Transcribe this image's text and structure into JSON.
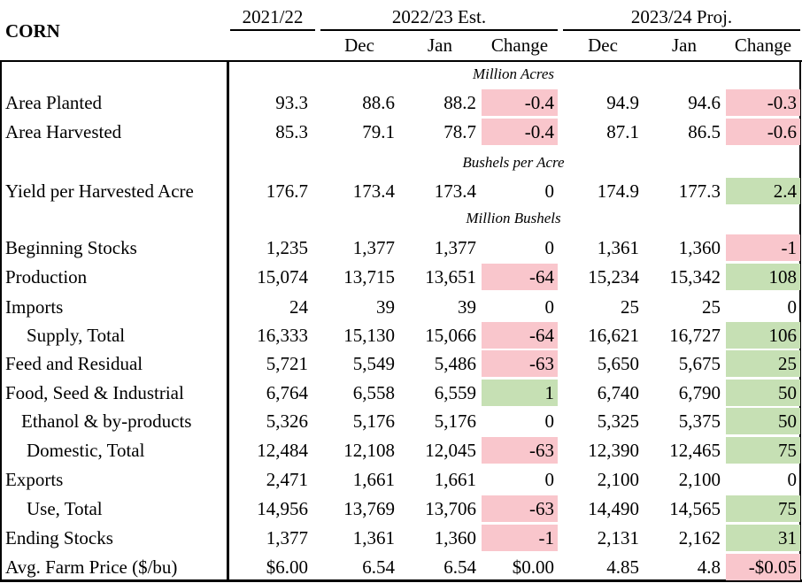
{
  "table": {
    "commodity": "CORN",
    "col_year_1": "2021/22",
    "col_year_2": "2022/23 Est.",
    "col_year_3": "2023/24 Proj.",
    "sub_headers": [
      "Dec",
      "Jan",
      "Change",
      "Dec",
      "Jan",
      "Change"
    ],
    "unit_labels": [
      "Million Acres",
      "Bushels per Acre",
      "Million Bushels"
    ],
    "highlight_colors": {
      "decrease": "#f9c6cc",
      "increase": "#c6e0b4"
    },
    "rows": [
      {
        "label": "Area Planted",
        "indent": 0,
        "values": [
          "93.3",
          "88.6",
          "88.2",
          "-0.4",
          "94.9",
          "94.6",
          "-0.3"
        ],
        "chg1": "neg",
        "chg2": "neg"
      },
      {
        "label": "Area Harvested",
        "indent": 0,
        "values": [
          "85.3",
          "79.1",
          "78.7",
          "-0.4",
          "87.1",
          "86.5",
          "-0.6"
        ],
        "chg1": "neg",
        "chg2": "neg"
      },
      {
        "label": "Yield per Harvested Acre",
        "indent": 0,
        "values": [
          "176.7",
          "173.4",
          "173.4",
          "0",
          "174.9",
          "177.3",
          "2.4"
        ],
        "chg1": "none",
        "chg2": "pos"
      },
      {
        "label": "Beginning Stocks",
        "indent": 0,
        "values": [
          "1,235",
          "1,377",
          "1,377",
          "0",
          "1,361",
          "1,360",
          "-1"
        ],
        "chg1": "none",
        "chg2": "neg"
      },
      {
        "label": "Production",
        "indent": 0,
        "values": [
          "15,074",
          "13,715",
          "13,651",
          "-64",
          "15,234",
          "15,342",
          "108"
        ],
        "chg1": "neg",
        "chg2": "pos"
      },
      {
        "label": "Imports",
        "indent": 0,
        "values": [
          "24",
          "39",
          "39",
          "0",
          "25",
          "25",
          "0"
        ],
        "chg1": "none",
        "chg2": "none"
      },
      {
        "label": "Supply, Total",
        "indent": 2,
        "values": [
          "16,333",
          "15,130",
          "15,066",
          "-64",
          "16,621",
          "16,727",
          "106"
        ],
        "chg1": "neg",
        "chg2": "pos"
      },
      {
        "label": "Feed and Residual",
        "indent": 0,
        "values": [
          "5,721",
          "5,549",
          "5,486",
          "-63",
          "5,650",
          "5,675",
          "25"
        ],
        "chg1": "neg",
        "chg2": "pos"
      },
      {
        "label": "Food, Seed & Industrial",
        "indent": 0,
        "values": [
          "6,764",
          "6,558",
          "6,559",
          "1",
          "6,740",
          "6,790",
          "50"
        ],
        "chg1": "pos",
        "chg2": "pos"
      },
      {
        "label": "Ethanol & by-products",
        "indent": 1,
        "values": [
          "5,326",
          "5,176",
          "5,176",
          "0",
          "5,325",
          "5,375",
          "50"
        ],
        "chg1": "none",
        "chg2": "pos"
      },
      {
        "label": "Domestic, Total",
        "indent": 2,
        "values": [
          "12,484",
          "12,108",
          "12,045",
          "-63",
          "12,390",
          "12,465",
          "75"
        ],
        "chg1": "neg",
        "chg2": "pos"
      },
      {
        "label": "Exports",
        "indent": 0,
        "values": [
          "2,471",
          "1,661",
          "1,661",
          "0",
          "2,100",
          "2,100",
          "0"
        ],
        "chg1": "none",
        "chg2": "none"
      },
      {
        "label": "Use, Total",
        "indent": 2,
        "values": [
          "14,956",
          "13,769",
          "13,706",
          "-63",
          "14,490",
          "14,565",
          "75"
        ],
        "chg1": "neg",
        "chg2": "pos"
      },
      {
        "label": "Ending Stocks",
        "indent": 0,
        "values": [
          "1,377",
          "1,361",
          "1,360",
          "-1",
          "2,131",
          "2,162",
          "31"
        ],
        "chg1": "neg",
        "chg2": "pos"
      },
      {
        "label": "Avg. Farm Price ($/bu)",
        "indent": 0,
        "values": [
          "$6.00",
          "6.54",
          "6.54",
          "$0.00",
          "4.85",
          "4.8",
          "-$0.05"
        ],
        "chg1": "none",
        "chg2": "neg"
      }
    ]
  }
}
